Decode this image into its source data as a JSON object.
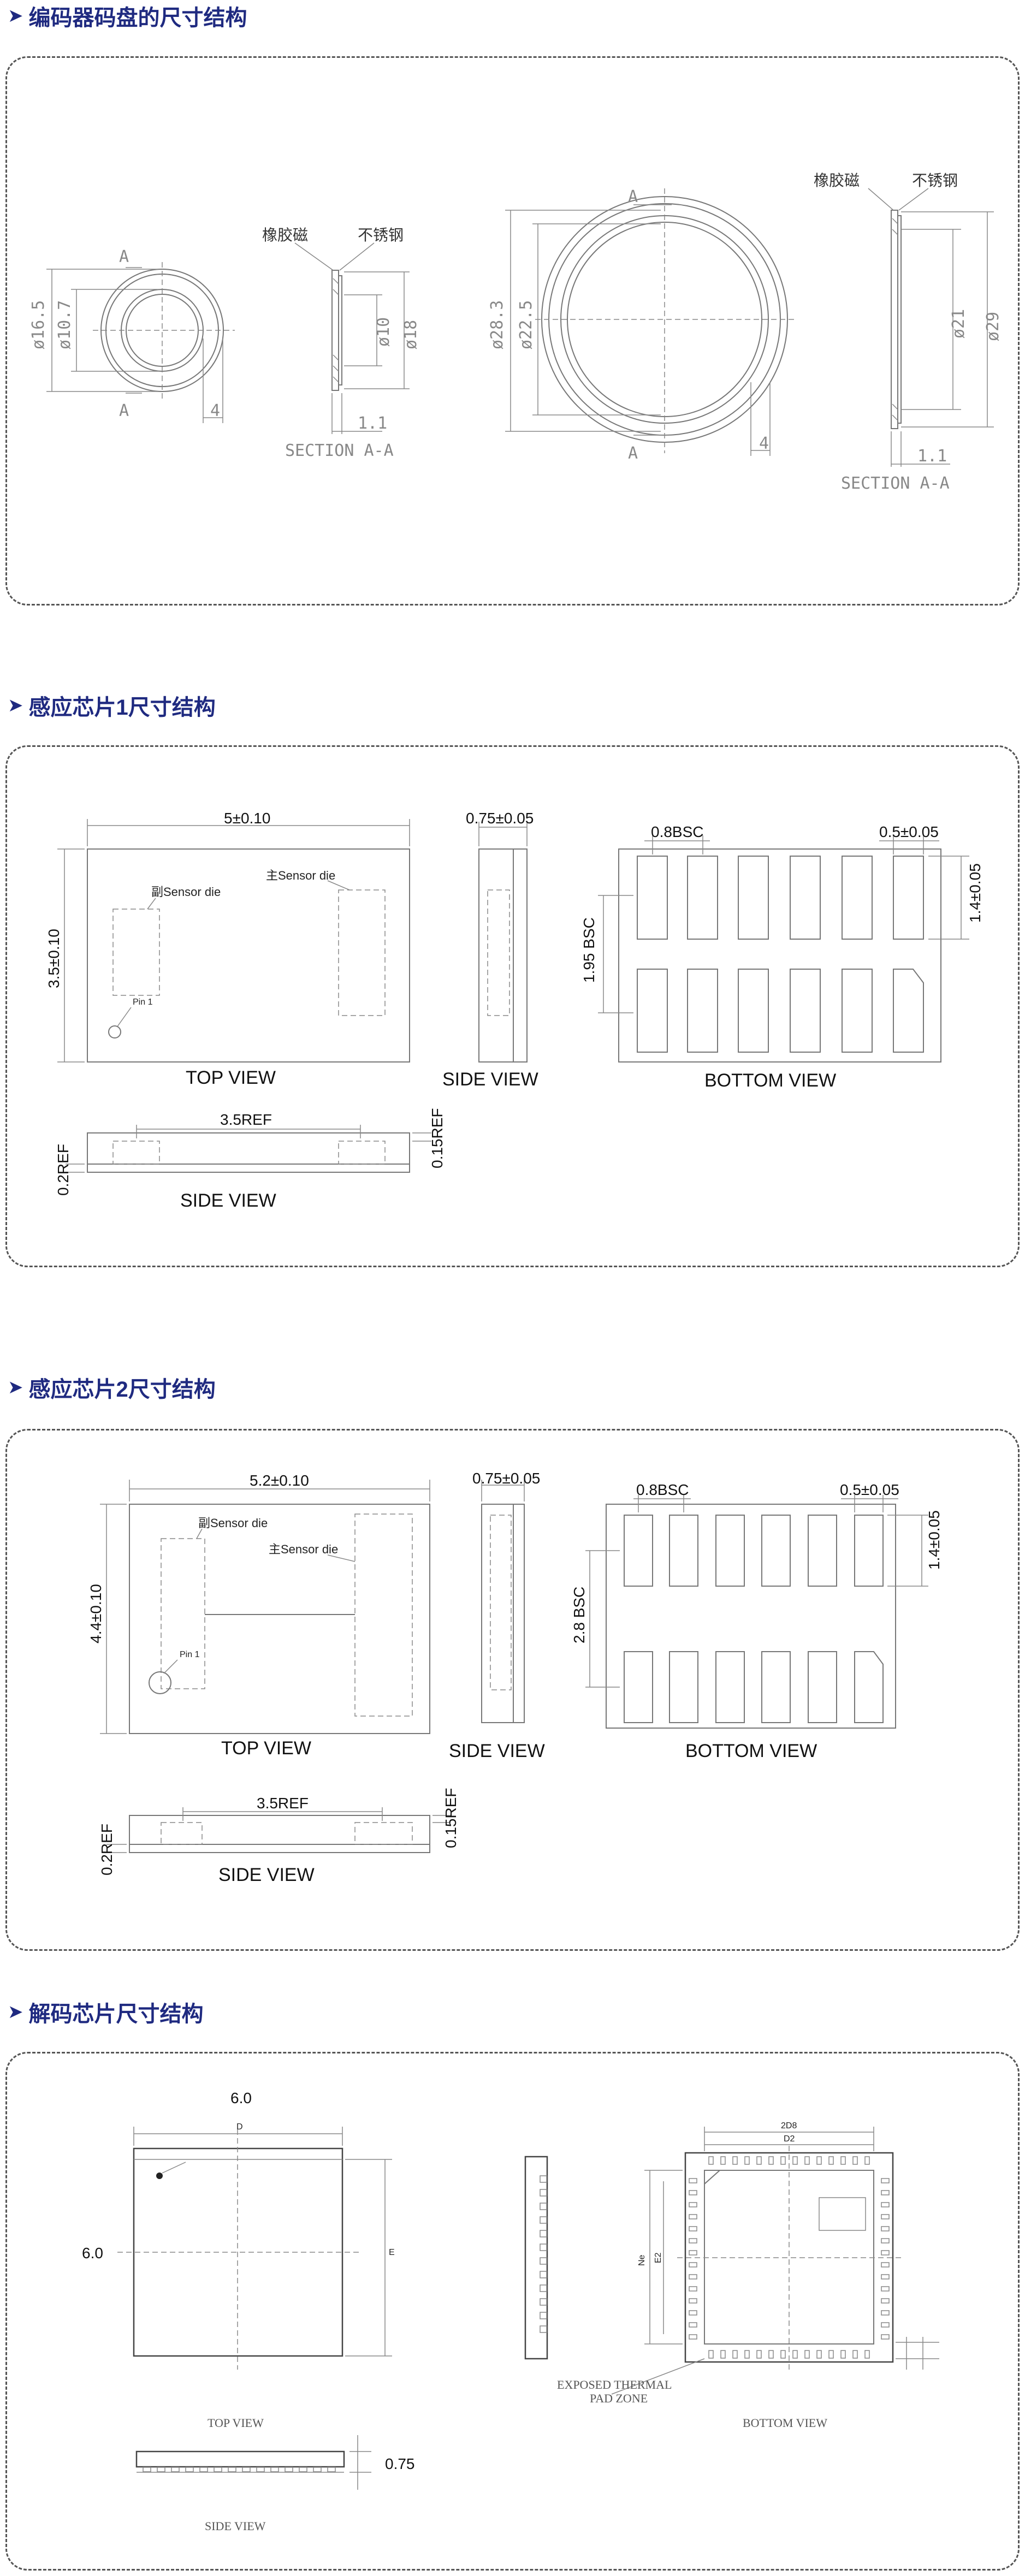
{
  "sections": [
    {
      "title": "编码器码盘的尺寸结构"
    },
    {
      "title": "感应芯片1尺寸结构"
    },
    {
      "title": "感应芯片2尺寸结构"
    },
    {
      "title": "解码芯片尺寸结构"
    }
  ],
  "encoder": {
    "small": {
      "d_outer": "ø16.5",
      "d_inner": "ø10.7",
      "width": "4",
      "a_top": "A",
      "a_bottom": "A"
    },
    "small_section": {
      "rubber_mag": "橡胶磁",
      "stainless": "不锈钢",
      "d1": "ø10",
      "d2": "ø18",
      "thickness": "1.1",
      "label": "SECTION A-A"
    },
    "large": {
      "d_outer": "ø28.3",
      "d_inner": "ø22.5",
      "width": "4",
      "a_top": "A",
      "a_bottom": "A"
    },
    "large_section": {
      "rubber_mag": "橡胶磁",
      "stainless": "不锈钢",
      "d1": "ø21",
      "d2": "ø29",
      "thickness": "1.1",
      "label": "SECTION A-A"
    }
  },
  "chip1": {
    "top_width": "5±0.10",
    "top_height": "3.5±0.10",
    "secondary_die": "副Sensor die",
    "main_die": "主Sensor die",
    "pin1": "Pin 1",
    "top_view": "TOP VIEW",
    "side_thickness": "0.75±0.05",
    "side_view": "SIDE VIEW",
    "pitch": "0.8BSC",
    "pad_width": "0.5±0.05",
    "pad_length": "1.4±0.05",
    "row_span": "1.95 BSC",
    "bottom_view": "BOTTOM VIEW",
    "side2_ref": "3.5REF",
    "side2_h1": "0.15REF",
    "side2_h2": "0.2REF",
    "side2_view": "SIDE VIEW"
  },
  "chip2": {
    "top_width": "5.2±0.10",
    "top_height": "4.4±0.10",
    "secondary_die": "副Sensor die",
    "main_die": "主Sensor die",
    "pin1": "Pin 1",
    "top_view": "TOP VIEW",
    "side_thickness": "0.75±0.05",
    "side_view": "SIDE VIEW",
    "pitch": "0.8BSC",
    "pad_width": "0.5±0.05",
    "pad_length": "1.4±0.05",
    "row_span": "2.8 BSC",
    "bottom_view": "BOTTOM VIEW",
    "side2_ref": "3.5REF",
    "side2_h1": "0.15REF",
    "side2_h2": "0.2REF",
    "side2_view": "SIDE VIEW"
  },
  "decoder": {
    "width": "6.0",
    "height": "6.0",
    "thickness": "0.75",
    "top_view": "TOP VIEW",
    "side_view": "SIDE VIEW",
    "bottom_view": "BOTTOM VIEW",
    "exposed_pad": "EXPOSED THERMAL",
    "exposed_pad2": "PAD ZONE",
    "d_label": "D",
    "e_label": "E",
    "d2_label": "D2",
    "e2_label": "E2",
    "d2b_label": "2D8",
    "ne_label": "Ne"
  }
}
